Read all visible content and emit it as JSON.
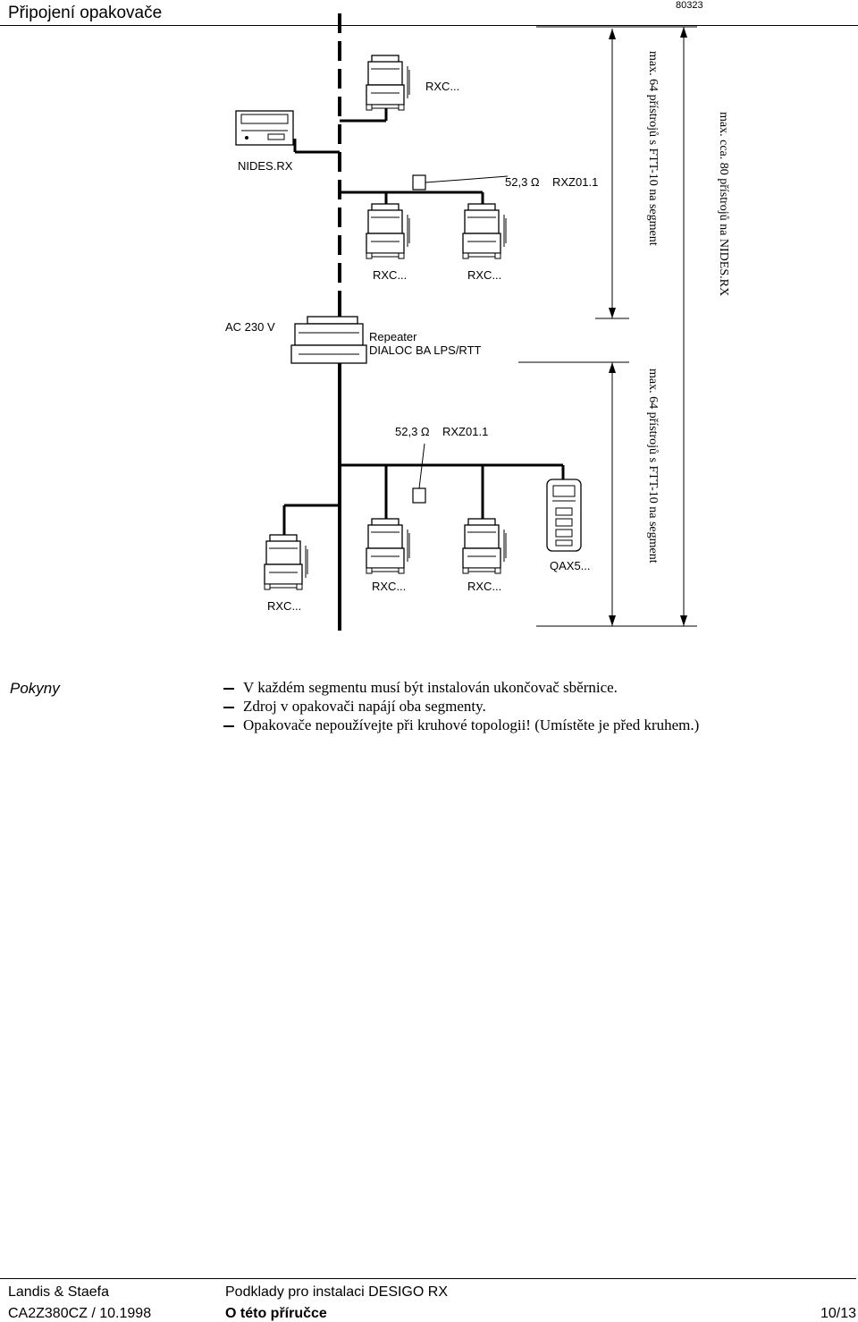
{
  "header": {
    "section_title": "Připojení opakovače",
    "doc_code": "80323"
  },
  "diagram": {
    "nides_label": "NIDES.RX",
    "rxc_top": "RXC...",
    "rxc_upper_left": "RXC...",
    "rxc_upper_right": "RXC...",
    "terminator_top_ohm": "52,3 Ω",
    "terminator_top_model": "RXZ01.1",
    "power_label": "AC 230 V",
    "repeater_line1": "Repeater",
    "repeater_line2": "DIALOC BA LPS/RTT",
    "terminator_bottom_ohm": "52,3 Ω",
    "terminator_bottom_model": "RXZ01.1",
    "rxc_lower_far_left": "RXC...",
    "rxc_lower_left": "RXC...",
    "rxc_lower_right": "RXC...",
    "qax_label": "QAX5...",
    "segment_upper_text": "max. 64 přístrojů s FTT-10 na segment",
    "segment_lower_text": "max. 64 přístrojů s FTT-10 na segment",
    "total_text": "max. cca. 80 přístrojů na NIDES.RX"
  },
  "notes": {
    "label": "Pokyny",
    "items": [
      "V každém segmentu musí být instalován ukončovač sběrnice.",
      "Zdroj v opakovači napájí oba segmenty.",
      "Opakovače nepoužívejte při kruhové topologii! (Umístěte je před kruhem.)"
    ]
  },
  "footer": {
    "company": "Landis & Staefa",
    "doc_number": "CA2Z380CZ / 10.1998",
    "title": "Podklady pro instalaci DESIGO RX",
    "chapter": "O této příručce",
    "page": "10/13"
  }
}
